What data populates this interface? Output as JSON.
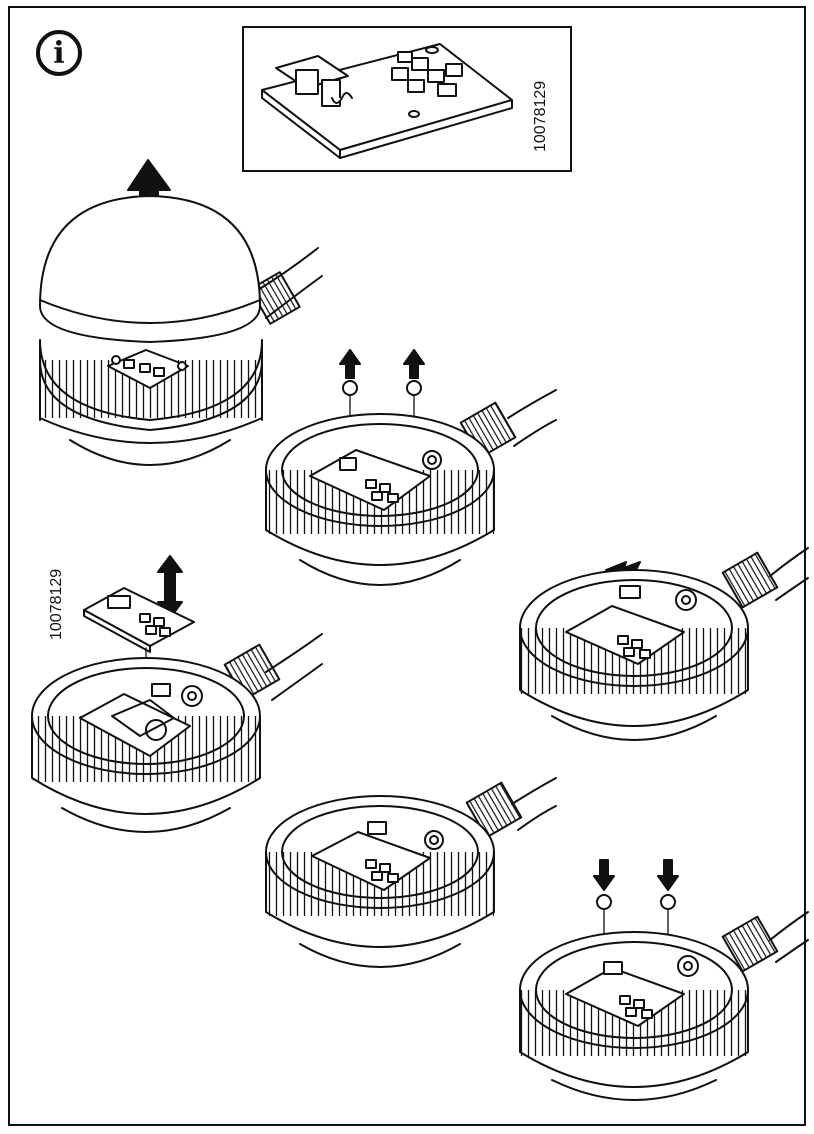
{
  "header": {
    "info_icon": "info-icon",
    "info_glyph": "i"
  },
  "inset": {
    "part_number": "10078129"
  },
  "steps": {
    "replacement_part_number": "10078129"
  },
  "colors": {
    "line": "#111111",
    "fill": "#ffffff"
  }
}
